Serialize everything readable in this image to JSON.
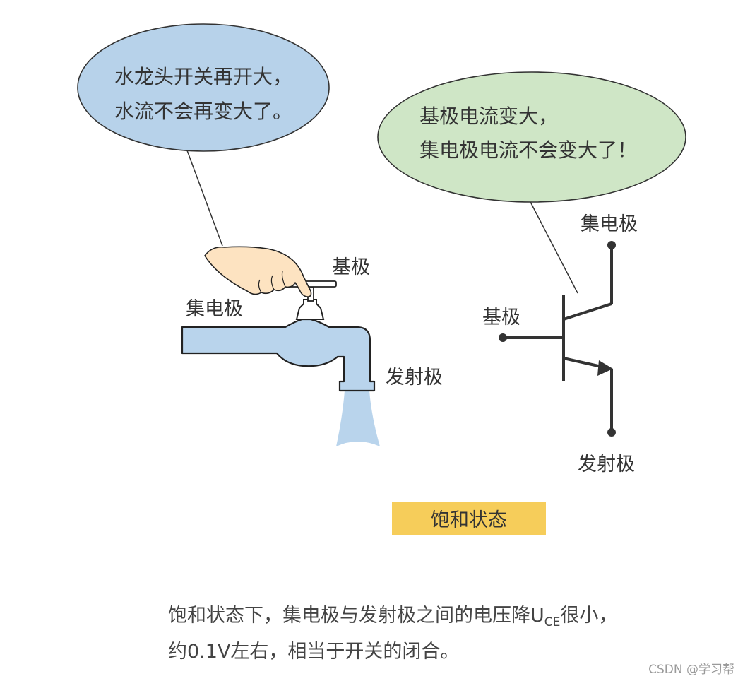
{
  "bubbles": {
    "faucet": {
      "lines": [
        "水龙头开关再开大，",
        "水流不会再变大了。"
      ],
      "fill": "#b7d2ea"
    },
    "transistor": {
      "lines": [
        "基极电流变大，",
        "集电极电流不会变大了！"
      ],
      "fill": "#cfe6c6"
    }
  },
  "faucet_labels": {
    "base": "基极",
    "collector": "集电极",
    "emitter": "发射极"
  },
  "transistor_labels": {
    "collector": "集电极",
    "base": "基极",
    "emitter": "发射极"
  },
  "state_tag": {
    "text": "饱和状态",
    "fill": "#f6cd5a"
  },
  "caption": {
    "line1_prefix": "饱和状态下，集电极与发射极之间的电压降U",
    "line1_sub": "CE",
    "line1_suffix": "很小，",
    "line2": "约0.1V左右，相当于开关的闭合。"
  },
  "watermark": "CSDN @学习帮",
  "colors": {
    "water": "#b9d4ec",
    "pipe_outline": "#222222",
    "hand": "#fde3c1",
    "circuit": "#333333"
  }
}
